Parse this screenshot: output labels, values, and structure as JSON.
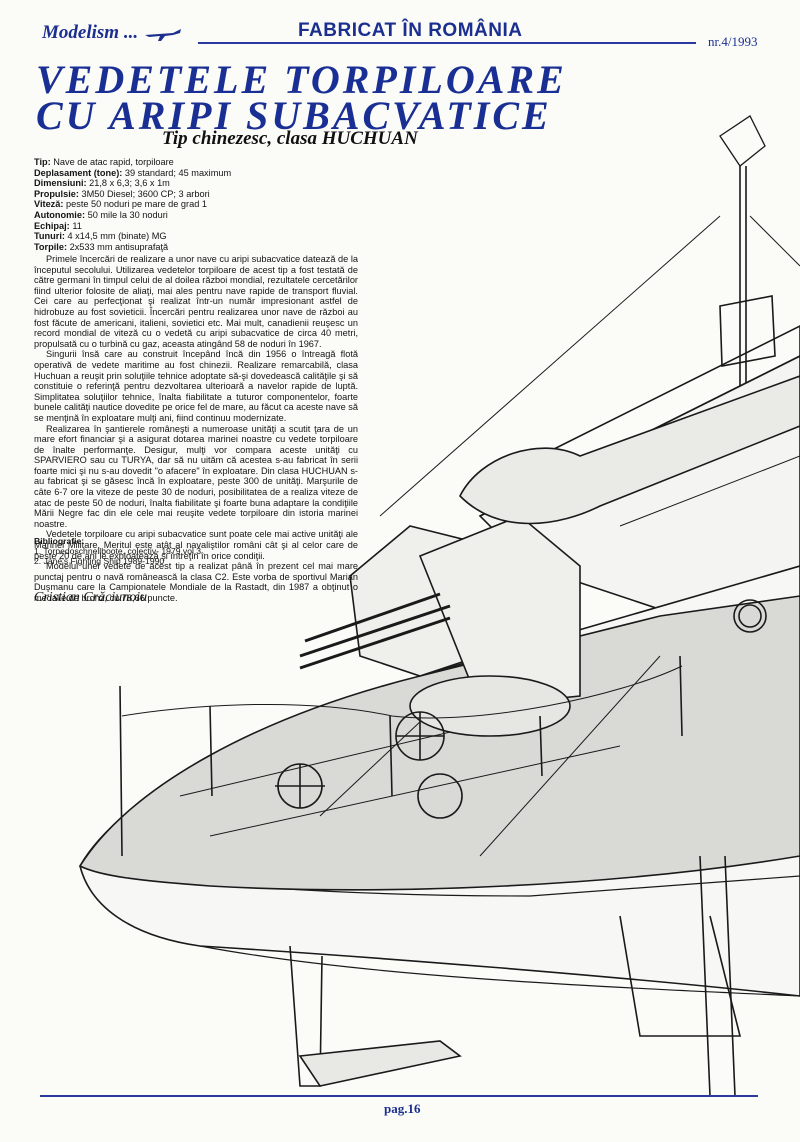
{
  "header": {
    "logo": "Modelism",
    "title": "FABRICAT ÎN ROMÂNIA",
    "issue": "nr.4/1993"
  },
  "article": {
    "title_line1": "VEDETELE TORPILOARE",
    "title_line2": "CU ARIPI SUBACVATICE",
    "subtitle": "Tip chinezesc, clasa HUCHUAN",
    "specs": [
      {
        "k": "Tip:",
        "v": "Nave de atac rapid, torpiloare"
      },
      {
        "k": "Deplasament (tone):",
        "v": "39 standard; 45 maximum"
      },
      {
        "k": "Dimensiuni:",
        "v": "21,8 x 6,3; 3,6 x 1m"
      },
      {
        "k": "Propulsie:",
        "v": "3M50 Diesel; 3600 CP; 3 arbori"
      },
      {
        "k": "Viteză:",
        "v": "peste 50 noduri pe mare de grad 1"
      },
      {
        "k": "Autonomie:",
        "v": "50 mile la 30 noduri"
      },
      {
        "k": "Echipaj:",
        "v": "11"
      },
      {
        "k": "Tunuri:",
        "v": "4 x14,5 mm (binate) MG"
      },
      {
        "k": "Torpile:",
        "v": "2x533 mm antisuprafaţă"
      }
    ],
    "paragraphs": [
      "Primele încercări de realizare a unor nave cu aripi subacvatice datează de la începutul secolului. Utilizarea vedetelor torpiloare de acest tip a fost testată de către germani în timpul celui de al doilea război mondial, rezultatele cercetărilor fiind ulterior folosite de aliaţi, mai ales pentru nave rapide de transport fluvial. Cei care au perfecţionat şi realizat într-un număr impresionant astfel de hidrobuze au fost sovieticii. Încercări pentru realizarea unor nave de război au fost făcute de americani, italieni, sovietici etc. Mai mult, canadienii reuşesc un record mondial de viteză cu o vedetă cu aripi subacvatice de circa 40 metri, propulsată cu o turbină cu gaz, aceasta atingând 58 de noduri în 1967.",
      "Singurii însă care au construit începând încă din 1956 o întreagă flotă operativă de vedete maritime au fost chinezii. Realizare remarcabilă, clasa Huchuan a reuşit prin soluţiile tehnice adoptate să-şi dovedească calităţile şi să constituie o referinţă pentru dezvoltarea ulterioară a navelor rapide de luptă. Simplitatea soluţiilor tehnice, înalta fiabilitate a tuturor componentelor, foarte bunele calităţi nautice dovedite pe orice fel de mare, au făcut ca aceste nave să se menţină în exploatare mulţi ani, fiind continuu modernizate.",
      "Realizarea în şantierele româneşti a numeroase unităţi a scutit ţara de un mare efort financiar şi a asigurat dotarea marinei noastre cu vedete torpiloare de înalte performanţe. Desigur, mulţi vor compara aceste unităţi cu SPARVIERO sau cu TURYA, dar să nu uităm că acestea s-au fabricat în serii foarte mici şi nu s-au dovedit \"o afacere\" în exploatare. Din clasa HUCHUAN s-au fabricat şi se găsesc încă în exploatare, peste 300 de unităţi. Marşurile de câte 6-7 ore la viteze de peste 30 de noduri, posibilitatea de a realiza viteze de atac de peste 50 de noduri, înalta fiabilitate şi foarte buna adaptare la condiţiile Mării Negre fac din ele cele mai reuşite vedete torpiloare din istoria marinei noastre.",
      "Vedetele torpiloare cu aripi subacvatice sunt poate cele mai active unităţi ale Marinei Militare. Meritul este atât al navaliştilor români cât şi al celor care de peste 20 de ani le exploatează şi întreţin în orice condiţii.",
      "Modelul unei vedete de acest tip a realizat până în prezent cel mai mare punctaj pentru o navă românească la clasa C2. Este vorba de sportivul Marian Duşmanu care la Campionatele Mondiale de la Rastadt, din 1987 a obţinut o medalie de bronz, cu 78,66 puncte."
    ],
    "bibliography": {
      "heading": "Bibliografie:",
      "items": [
        "1. Torpedoschnellboote, colectiv- 1979,vol.3",
        "2. Jane's Fighting Ship 1989-1990"
      ]
    },
    "author": "Cristian Crăciunoiu"
  },
  "footer": {
    "page": "pag.16"
  }
}
